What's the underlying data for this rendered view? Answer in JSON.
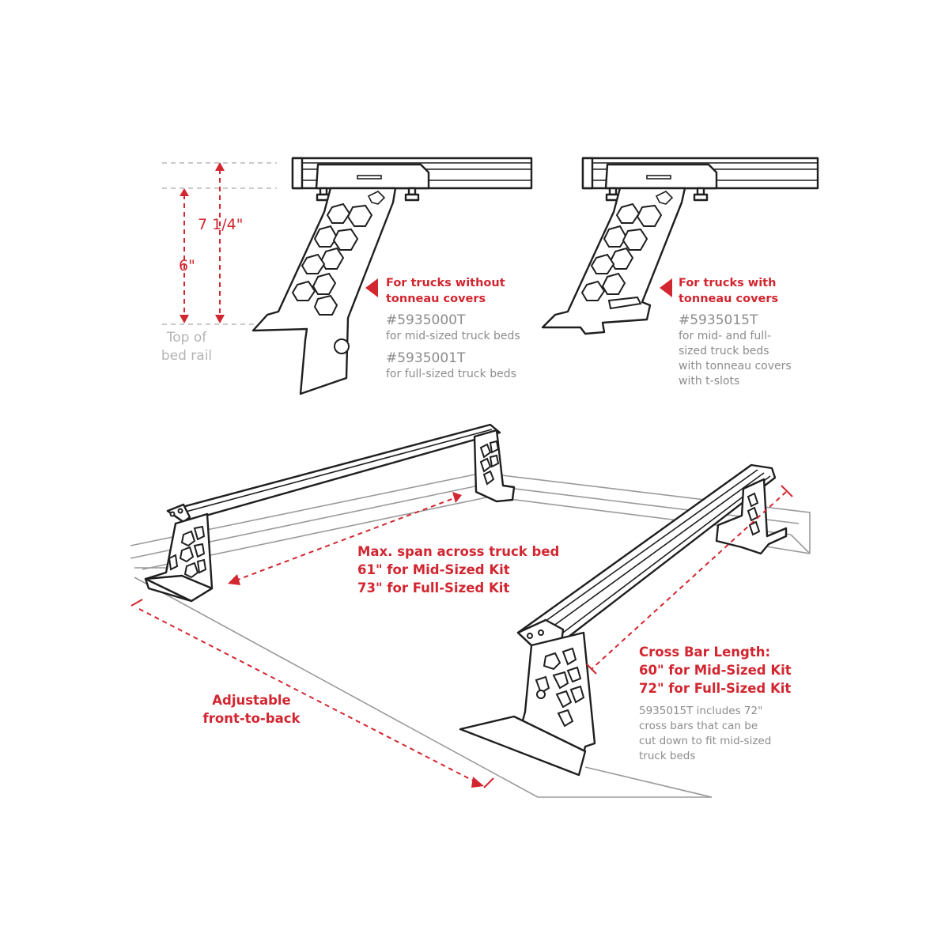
{
  "dimensions": {
    "tall_height": "7 1/4\"",
    "short_height": "6\"",
    "reference_line1": "Top of",
    "reference_line2": "bed rail"
  },
  "variant_without_covers": {
    "heading_line1": "For trucks without",
    "heading_line2": "tonneau covers",
    "part1_number": "#5935000T",
    "part1_desc": "for mid-sized truck beds",
    "part2_number": "#5935001T",
    "part2_desc": "for full-sized truck beds"
  },
  "variant_with_covers": {
    "heading_line1": "For trucks with",
    "heading_line2": "tonneau covers",
    "part_number": "#5935015T",
    "desc_line1": "for mid- and full-",
    "desc_line2": "sized truck beds",
    "desc_line3": "with tonneau covers",
    "desc_line4": "with t-slots"
  },
  "span_callout": {
    "line1": "Max. span across truck bed",
    "line2": "61\" for Mid-Sized Kit",
    "line3": "73\" for Full-Sized Kit"
  },
  "crossbar_callout": {
    "line1": "Cross Bar Length:",
    "line2": "60\" for Mid-Sized Kit",
    "line3": "72\" for Full-Sized Kit",
    "note_line1": "5935015T includes 72\"",
    "note_line2": "cross bars that can be",
    "note_line3": "cut down to fit mid-sized",
    "note_line4": "truck beds"
  },
  "adjust_callout": {
    "line1": "Adjustable",
    "line2": "front-to-back"
  },
  "colors": {
    "accent": "#d22630",
    "ink": "#1f1f1f",
    "muted": "#8c8c8c"
  }
}
